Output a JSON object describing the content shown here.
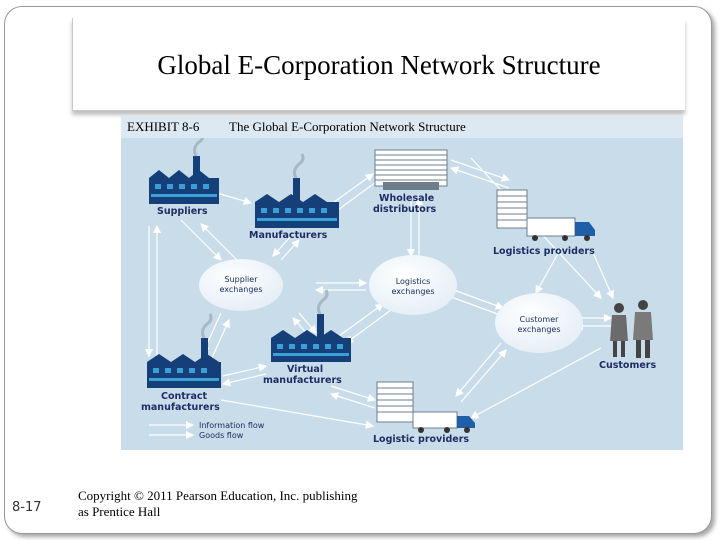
{
  "slide": {
    "title": "Global E-Corporation Network Structure",
    "exhibit_number": "EXHIBIT 8-6",
    "exhibit_title": "The Global E-Corporation Network Structure",
    "slide_number": "8-17",
    "copyright_line1": "Copyright © 2011 Pearson Education, Inc. publishing",
    "copyright_line2": "as Prentice Hall"
  },
  "diagram": {
    "nodes": {
      "suppliers": "Suppliers",
      "manufacturers": "Manufacturers",
      "wholesale_line1": "Wholesale",
      "wholesale_line2": "distributors",
      "logistics_providers_top": "Logistics providers",
      "supplier_exchanges_line1": "Supplier",
      "supplier_exchanges_line2": "exchanges",
      "logistics_exchanges_line1": "Logistics",
      "logistics_exchanges_line2": "exchanges",
      "customer_exchanges_line1": "Customer",
      "customer_exchanges_line2": "exchanges",
      "customers": "Customers",
      "virtual_line1": "Virtual",
      "virtual_line2": "manufacturers",
      "contract_line1": "Contract",
      "contract_line2": "manufacturers",
      "logistic_providers_bottom": "Logistic providers"
    },
    "legend": {
      "information_flow": "Information flow",
      "goods_flow": "Goods flow"
    },
    "colors": {
      "background": "#c9dcea",
      "factory": "#153f78",
      "factory_accent": "#3b9fd8",
      "building": "#6e7d8c",
      "bubble": "#ffffff",
      "label": "#1c2e63"
    }
  }
}
